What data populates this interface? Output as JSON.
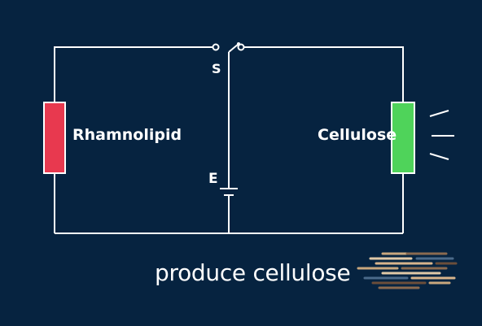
{
  "labels": {
    "left_component": "Rhamnolipid",
    "right_component": "Cellulose",
    "switch": "S",
    "battery": "E",
    "caption": "produce cellulose"
  },
  "colors": {
    "background": "#062340",
    "wire": "#ffffff",
    "left_component": "#e8394f",
    "right_component": "#4fd35a",
    "streak_palette": [
      "#c8a77e",
      "#8a6a4f",
      "#e0c9a8",
      "#4a6a8a",
      "#d8b48c",
      "#6b4e3a"
    ]
  }
}
